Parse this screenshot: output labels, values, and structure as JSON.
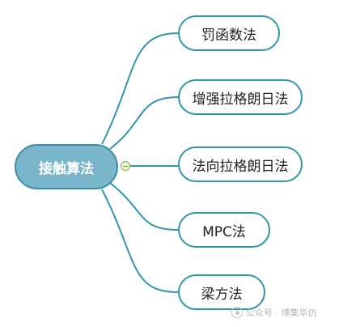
{
  "root": {
    "label": "接触算法"
  },
  "branches": [
    {
      "label": "罚函数法"
    },
    {
      "label": "增强拉格朗日法"
    },
    {
      "label": "法向拉格朗日法"
    },
    {
      "label": "MPC法"
    },
    {
      "label": "梁方法"
    }
  ],
  "watermark": {
    "text": "公众号 · 博集华仿"
  },
  "colors": {
    "root_fill": "#7ab6cb",
    "root_border": "#3a8fa8",
    "branch_border": "#2f97a8",
    "connector": "#2f97a8",
    "toggle": "#7fb047"
  },
  "icons": {
    "toggle": "collapse-minus-icon",
    "watermark": "wechat-icon"
  }
}
